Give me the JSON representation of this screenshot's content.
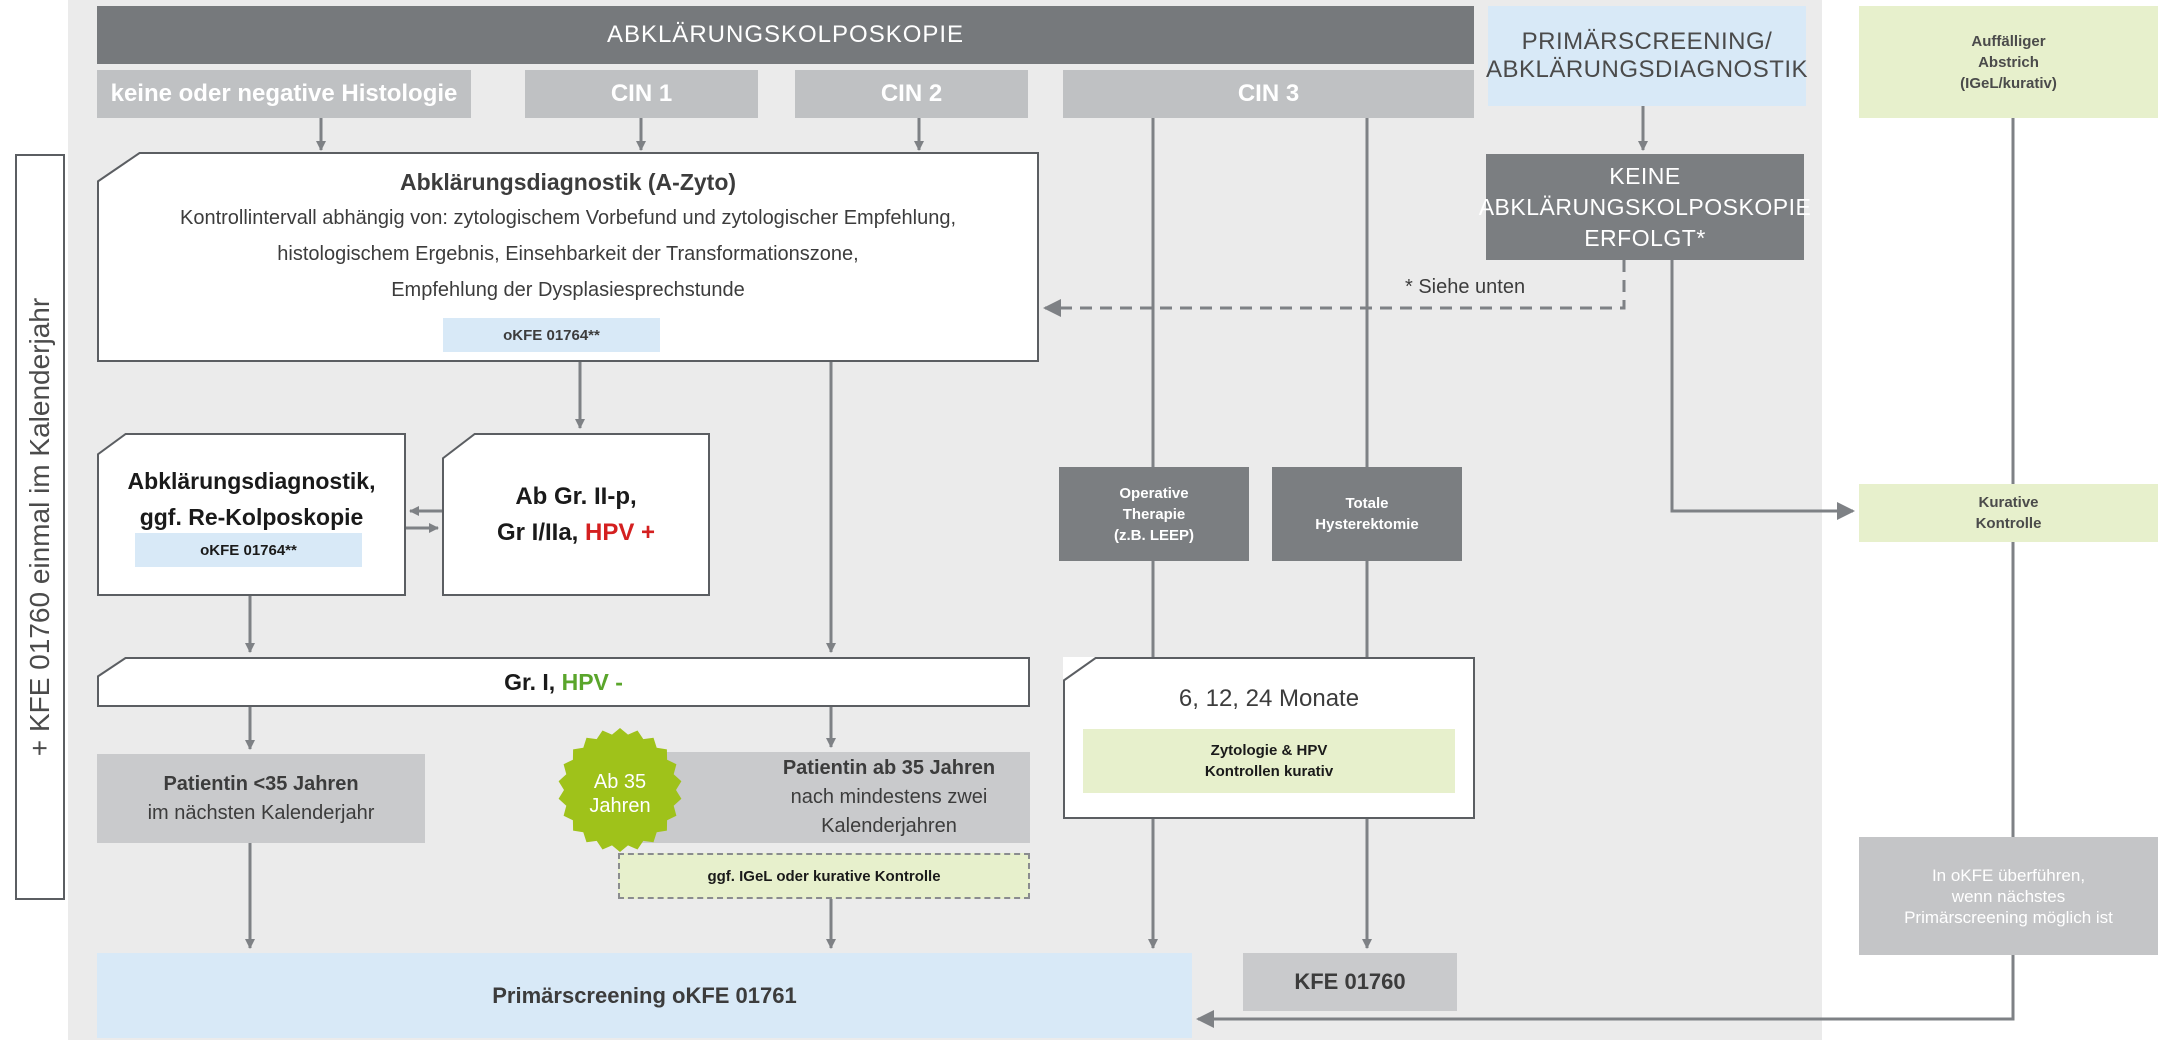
{
  "header": {
    "main_title": "ABKLÄRUNGSKOLPOSKOPIE",
    "sub_cols": [
      "keine oder negative Histologie",
      "CIN 1",
      "CIN 2",
      "CIN 3"
    ],
    "primary_line1": "PRIMÄRSCREENING/",
    "primary_line2": "ABKLÄRUNGSDIAGNOSTIK",
    "abnormal_line1": "Auffälliger",
    "abnormal_line2": "Abstrich",
    "abnormal_line3": "(IGeL/kurativ)"
  },
  "side_label": "+ KFE 01760 einmal im Kalenderjahr",
  "nodes": {
    "a_zyto": {
      "title": "Abklärungsdiagnostik (A-Zyto)",
      "line1": "Kontrollintervall abhängig von: zytologischem Vorbefund und zytologischer Empfehlung,",
      "line2": "histologischem Ergebnis, Einsehbarkeit der Transformationszone,",
      "line3": "Empfehlung der Dysplasiesprechstunde",
      "code": "oKFE 01764**"
    },
    "no_kolpo": {
      "line1": "KEINE",
      "line2": "ABKLÄRUNGSKOLPOSKOPIE",
      "line3": "ERFOLGT*"
    },
    "see_below": "* Siehe unten",
    "re_kolpo": {
      "line1": "Abklärungsdiagnostik,",
      "line2": "ggf. Re-Kolposkopie",
      "code": "oKFE 01764**"
    },
    "gr2p": {
      "line1": "Ab Gr. II-p,",
      "line2_prefix": "Gr I/IIa, ",
      "line2_hpv": "HPV +"
    },
    "operative": {
      "line1": "Operative",
      "line2": "Therapie",
      "line3": "(z.B. LEEP)"
    },
    "hysterektomie": {
      "line1": "Totale",
      "line2": "Hysterektomie"
    },
    "kurative_kontrolle": {
      "line1": "Kurative",
      "line2": "Kontrolle"
    },
    "gr1": {
      "prefix": "Gr. I, ",
      "hpv": "HPV -"
    },
    "months": {
      "title": "6, 12, 24 Monate",
      "box_line1": "Zytologie & HPV",
      "box_line2": "Kontrollen kurativ"
    },
    "under35": {
      "title": "Patientin <35 Jahren",
      "sub": "im nächsten Kalenderjahr"
    },
    "over35": {
      "title": "Patientin ab 35 Jahren",
      "sub1": "nach mindestens zwei",
      "sub2": "Kalenderjahren",
      "badge_line1": "Ab 35",
      "badge_line2": "Jahren"
    },
    "igel": "ggf. IGeL oder kurative Kontrolle",
    "okfe_transfer": {
      "line1": "In oKFE überführen,",
      "line2": "wenn nächstes",
      "line3": "Primärscreening möglich ist"
    },
    "primary": "Primärscreening oKFE 01761",
    "kfe": "KFE 01760"
  },
  "colors": {
    "header_dark": "#76797c",
    "header_grey": "#bfc1c3",
    "region_bg": "#ebebeb",
    "blue": "#d8e9f7",
    "green": "#e7f0cc",
    "badge": "#9fc21a",
    "hpv_positive": "#d42020",
    "hpv_negative": "#5aa52b"
  }
}
